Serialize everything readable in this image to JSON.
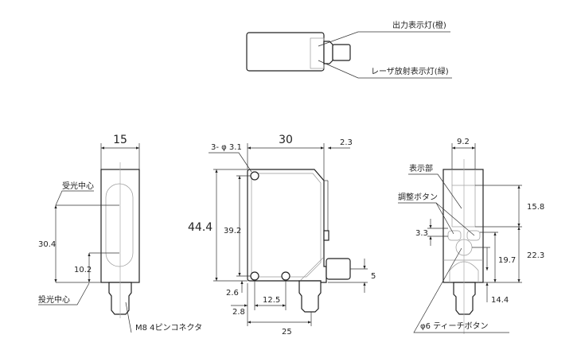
{
  "top_view": {
    "output_indicator": "出力表示灯(橙)",
    "laser_indicator": "レーザ放射表示灯(緑)"
  },
  "left_view": {
    "width_dim": "15",
    "receiver_center": "受光中心",
    "emitter_center": "投光中心",
    "dim_receiver": "30.4",
    "dim_emitter": "10.2",
    "connector": "M8 4ピンコネクタ"
  },
  "front_view": {
    "holes": "3- φ 3.1",
    "width_dim": "30",
    "offset_dim": "2.3",
    "height_dim": "44.4",
    "hole_pitch_v": "39.2",
    "dim_2_6": "2.6",
    "dim_2_8": "2.8",
    "hole_pitch_h": "12.5",
    "connector_dim": "25",
    "connector_height": "5"
  },
  "right_view": {
    "width_dim": "9.2",
    "display": "表示部",
    "adjust_buttons": "調整ボタン",
    "dim_15_8": "15.8",
    "dim_22_3": "22.3",
    "dim_19_7": "19.7",
    "dim_3_3": "3.3",
    "dim_14_4": "14.4",
    "teach_button": "φ6 ティーチボタン"
  }
}
